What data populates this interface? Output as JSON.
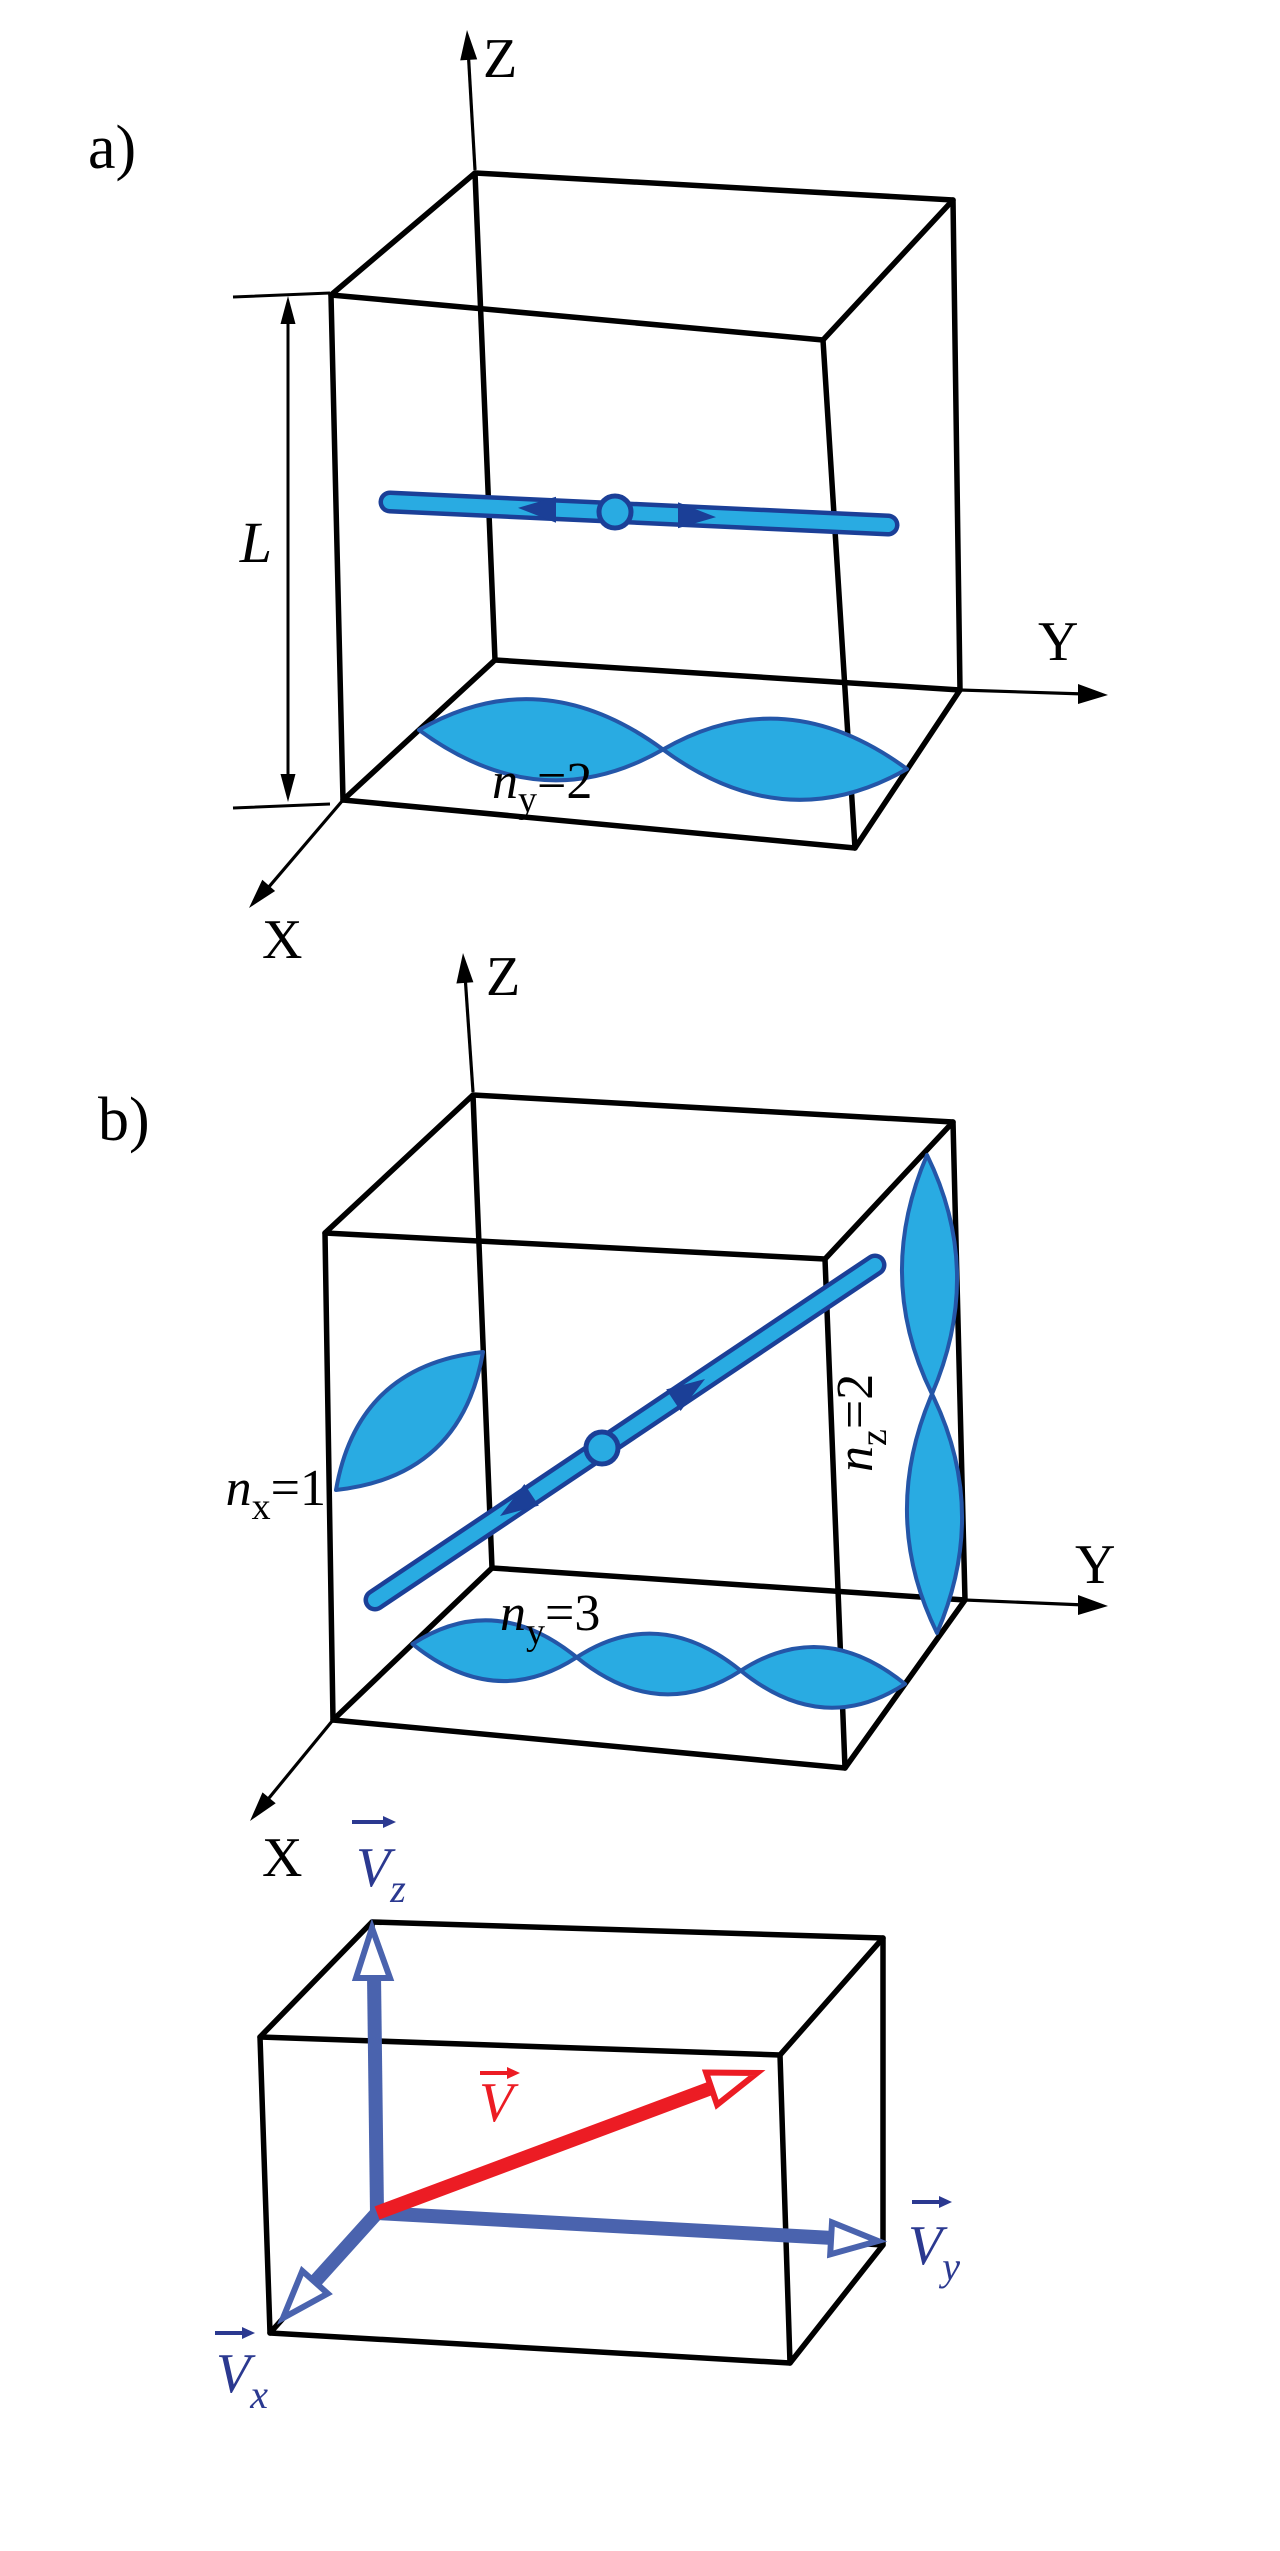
{
  "colors": {
    "cyan": "#29ABE2",
    "navy": "#1B3F97",
    "lobe_outline": "#2456A8",
    "vector_blue": "#4A63AE",
    "vector_label_blue": "#2B3990",
    "red": "#EC1C24",
    "black": "#000000"
  },
  "panel_a": {
    "label": "a)",
    "axis_z": "Z",
    "axis_y": "Y",
    "axis_x": "X",
    "side_length_label": "L",
    "floor_mode": {
      "symbol": "n",
      "subscript": "y",
      "equals": "=2"
    }
  },
  "panel_b": {
    "label": "b)",
    "axis_z": "Z",
    "axis_y": "Y",
    "axis_x": "X",
    "left_face_mode": {
      "symbol": "n",
      "subscript": "x",
      "equals": "=1"
    },
    "floor_mode": {
      "symbol": "n",
      "subscript": "y",
      "equals": "=3"
    },
    "right_face_mode": {
      "symbol": "n",
      "subscript": "z",
      "equals": "=2"
    }
  },
  "panel_c": {
    "vector_v": {
      "symbol": "V"
    },
    "vector_vx": {
      "symbol": "V",
      "subscript": "x"
    },
    "vector_vy": {
      "symbol": "V",
      "subscript": "y"
    },
    "vector_vz": {
      "symbol": "V",
      "subscript": "z"
    }
  }
}
